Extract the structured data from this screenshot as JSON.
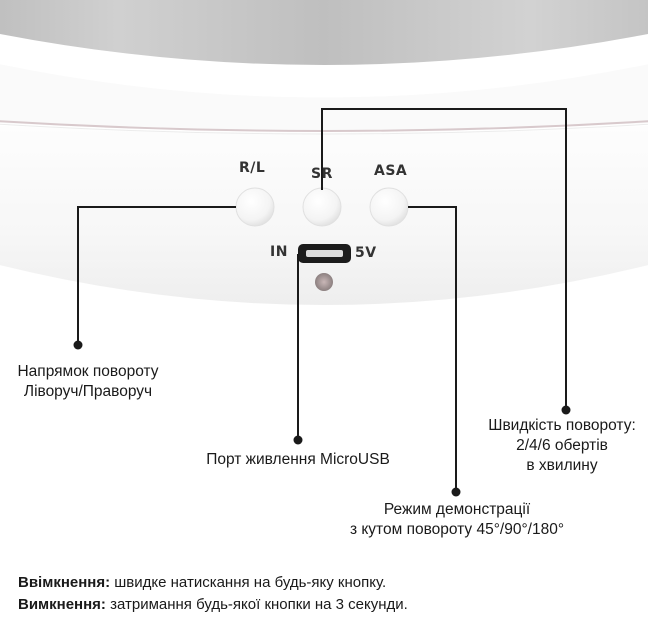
{
  "device": {
    "buttons": [
      {
        "id": "rl",
        "label": "R/L"
      },
      {
        "id": "sr",
        "label": "SR"
      },
      {
        "id": "asa",
        "label": "ASA"
      }
    ],
    "port_left_label": "IN",
    "port_right_label": "5V"
  },
  "callouts": {
    "direction": {
      "line1": "Напрямок повороту",
      "line2": "Ліворуч/Праворуч"
    },
    "speed": {
      "line1": "Швидкість повороту:",
      "line2": "2/4/6 обертів",
      "line3": "в хвилину"
    },
    "power_port": {
      "line1": "Порт живлення MicroUSB"
    },
    "demo_mode": {
      "line1": "Режим демонстрації",
      "line2": "з кутом повороту 45°/90°/180°"
    }
  },
  "notes": {
    "on_label": "Ввімкнення:",
    "on_text": " швидке натискання на будь-яку кнопку.",
    "off_label": "Вимкнення:",
    "off_text": " затримання будь-якої кнопки на 3 секунди."
  }
}
